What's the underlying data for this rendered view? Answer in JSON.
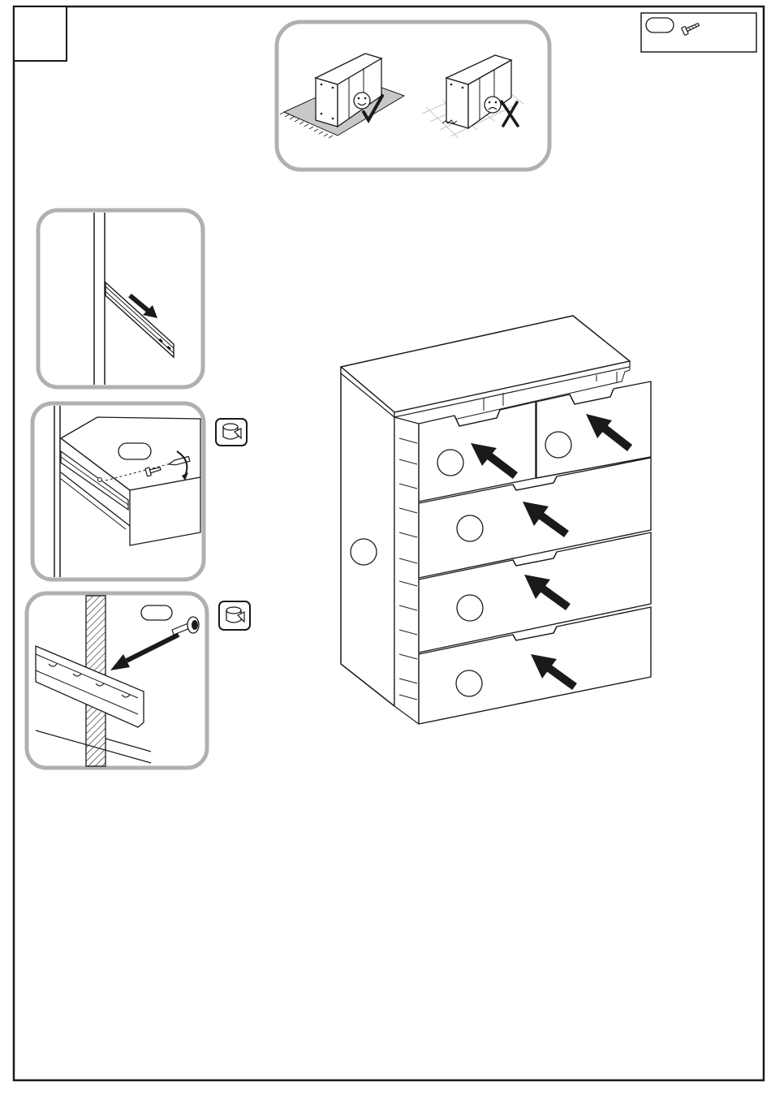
{
  "step_number": "",
  "hardware_box": {
    "quantity_label": "",
    "part_icon": "screw-icon"
  },
  "tips_panel": {
    "correct_icon": "smiley-face-icon",
    "correct_mark": "checkmark-icon",
    "wrong_icon": "sad-face-icon",
    "wrong_mark": "cross-icon"
  },
  "detail_panels": [
    {
      "id": "slide-rail",
      "part_label": ""
    },
    {
      "id": "drawer-screw",
      "part_label": "",
      "tool_icon": "screwdriver-icon"
    },
    {
      "id": "cabinet-screw",
      "part_label": "",
      "tool_icon": "screwdriver-icon"
    }
  ],
  "dresser": {
    "side_label": "",
    "drawer_labels": [
      "",
      "",
      "",
      "",
      "",
      ""
    ]
  },
  "colors": {
    "line": "#1a1a1a",
    "panel_border": "#b0b0b0",
    "background": "#ffffff"
  }
}
